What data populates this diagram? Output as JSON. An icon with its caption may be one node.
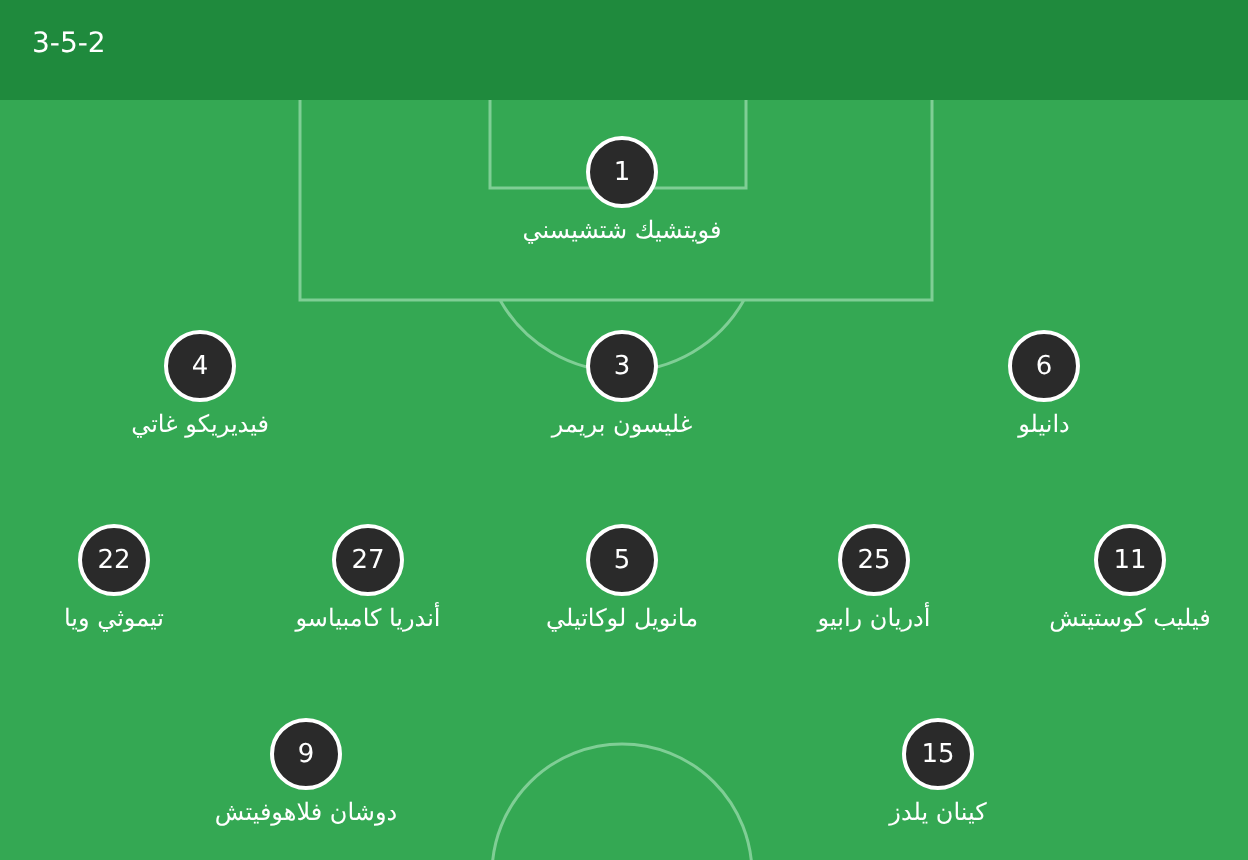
{
  "diagram": {
    "nodes": [
      {
        "text": [
          "1"
        ],
        "beside": [
          "فويتشيك شتشيسني"
        ]
      },
      {
        "text": [
          "4"
        ],
        "beside": [
          "فيديريكو غاتي"
        ]
      },
      {
        "text": [
          "3"
        ],
        "beside": [
          "غليسون بريمر"
        ]
      },
      {
        "text": [
          "6"
        ],
        "beside": [
          "دانيلو"
        ]
      },
      {
        "text": [
          "22"
        ],
        "beside": [
          "تيموثي ويا"
        ]
      },
      {
        "text": [
          "27"
        ],
        "beside": [
          "أندريا كامبياسو"
        ]
      },
      {
        "text": [
          "5"
        ],
        "beside": [
          "مانويل لوكاتيلي"
        ]
      },
      {
        "text": [
          "25"
        ],
        "beside": [
          "أدريان رابيو"
        ]
      },
      {
        "text": [
          "11"
        ],
        "beside": [
          "فيليب كوستيتش"
        ]
      },
      {
        "text": [
          "9"
        ],
        "beside": [
          "دوشان فلاهوفيتش"
        ]
      },
      {
        "text": [
          "15"
        ],
        "beside": [
          "كينان يلدز"
        ]
      }
    ],
    "edges": [],
    "labels": [
      "3-5-2"
    ]
  }
}
